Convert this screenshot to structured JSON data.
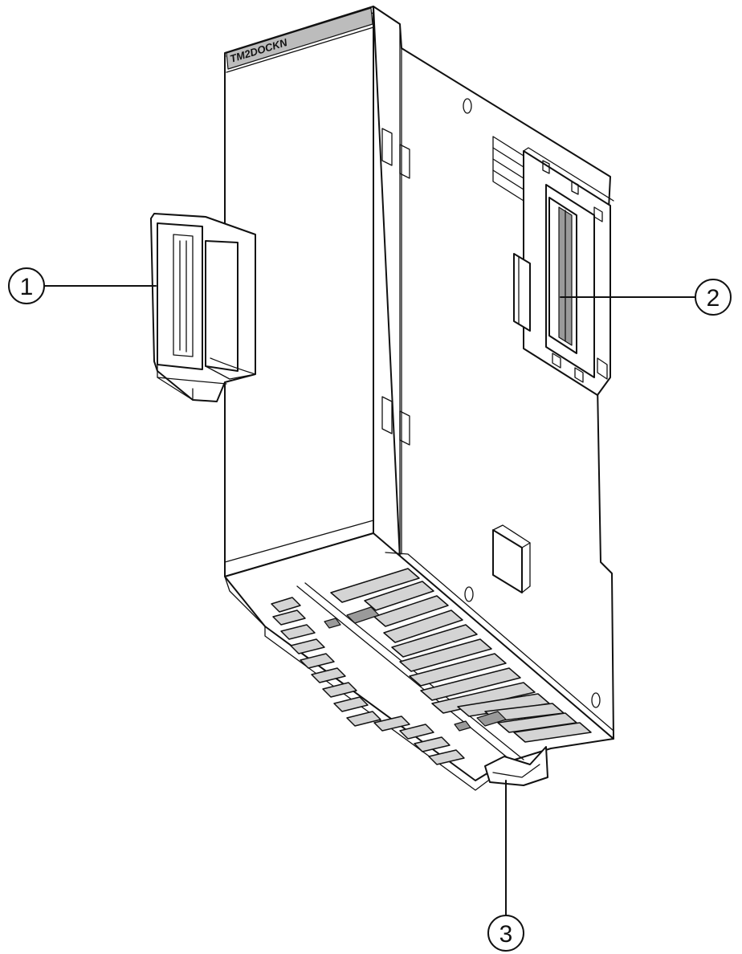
{
  "device": {
    "model_label": "TM2DOCKN"
  },
  "callouts": [
    {
      "id": "1",
      "label": "1"
    },
    {
      "id": "2",
      "label": "2"
    },
    {
      "id": "3",
      "label": "3"
    }
  ]
}
